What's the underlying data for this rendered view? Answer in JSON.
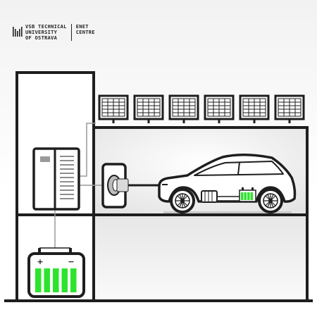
{
  "logo": {
    "org_lines": [
      "VSB TECHNICAL",
      "UNIVERSITY",
      "OF OSTRAVA"
    ],
    "dept_lines": [
      "ENET",
      "CENTRE"
    ]
  },
  "battery": {
    "plus_label": "+",
    "minus_label": "−",
    "charge_cells": 5
  },
  "solar_panels": {
    "count": 6
  },
  "colors": {
    "outline": "#1e1e1e",
    "battery_green": "#2ee32e",
    "wall": "#ffffff",
    "garage_floor": "#c9c9c9",
    "cable": "#9a9a9a"
  }
}
